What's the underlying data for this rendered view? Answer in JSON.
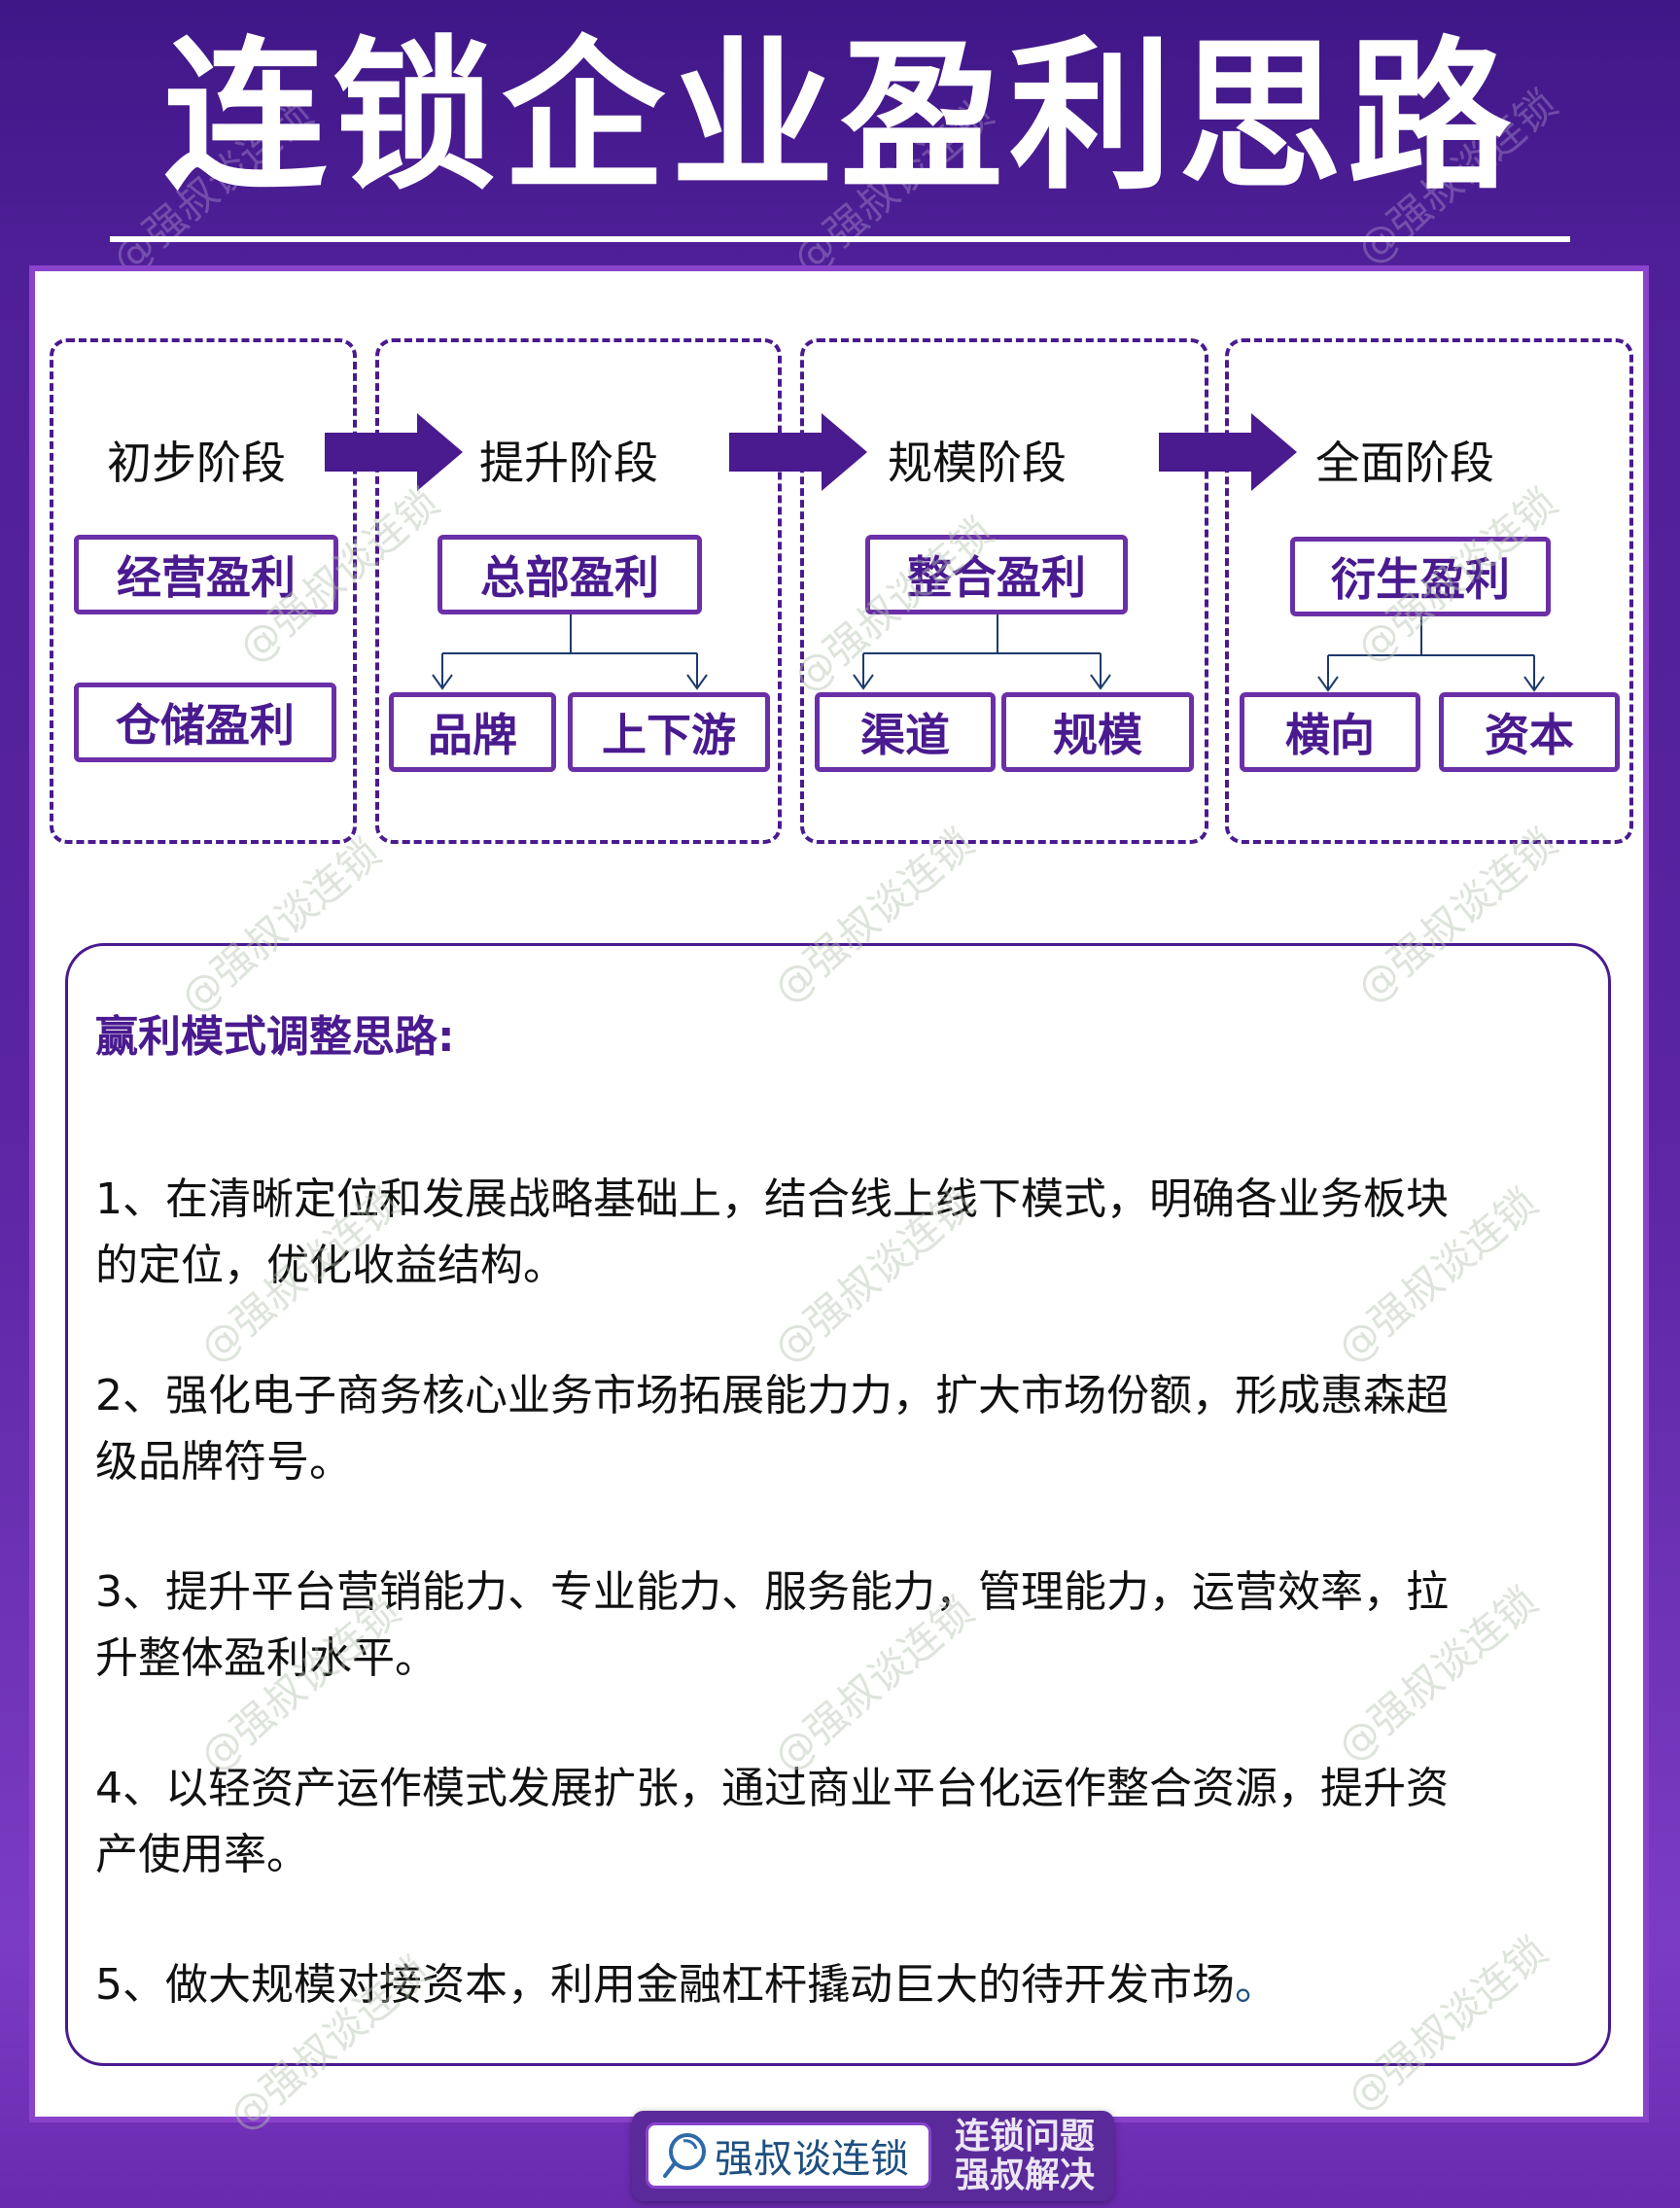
{
  "header": {
    "title": "连锁企业盈利思路"
  },
  "watermark": "@强叔谈连锁",
  "colors": {
    "background_top": "#3f1787",
    "background_bottom": "#7b3cc3",
    "accent_purple": "#4a1a8f",
    "box_border": "#6b2fa7",
    "card_frame": "#8a44cc",
    "connector_line": "#1e3a6e",
    "brand_blue": "#1e4f80"
  },
  "stages": [
    {
      "label": "初步阶段",
      "boxes": [
        "经营盈利",
        "仓储盈利"
      ]
    },
    {
      "label": "提升阶段",
      "main": "总部盈利",
      "children": [
        "品牌",
        "上下游"
      ]
    },
    {
      "label": "规模阶段",
      "main": "整合盈利",
      "children": [
        "渠道",
        "规模"
      ]
    },
    {
      "label": "全面阶段",
      "main": "衍生盈利",
      "children": [
        "横向",
        "资本"
      ]
    }
  ],
  "notes": {
    "title": "赢利模式调整思路:",
    "items": [
      {
        "line1": "1、在清晰定位和发展战略基础上，结合线上线下模式，明确各业务板块",
        "line2": "的定位，优化收益结构。"
      },
      {
        "line1": "2、强化电子商务核心业务市场拓展能力力，扩大市场份额，形成惠森超",
        "line2": "级品牌符号。"
      },
      {
        "line1": "3、提升平台营销能力、专业能力、服务能力，管理能力，运营效率，拉",
        "line2": "升整体盈利水平。"
      },
      {
        "line1": "4、以轻资产运作模式发展扩张，通过商业平台化运作整合资源，提升资",
        "line2": "产使用率。"
      },
      {
        "line1": "5、做大规模对接资本，利用金融杠杆撬动巨大的待开发市场",
        "end_mark": "。"
      }
    ]
  },
  "footer": {
    "icon": "search-magnifier-icon",
    "brand": "强叔谈连锁",
    "slogan_line1": "连锁问题",
    "slogan_line2": "强叔解决"
  }
}
